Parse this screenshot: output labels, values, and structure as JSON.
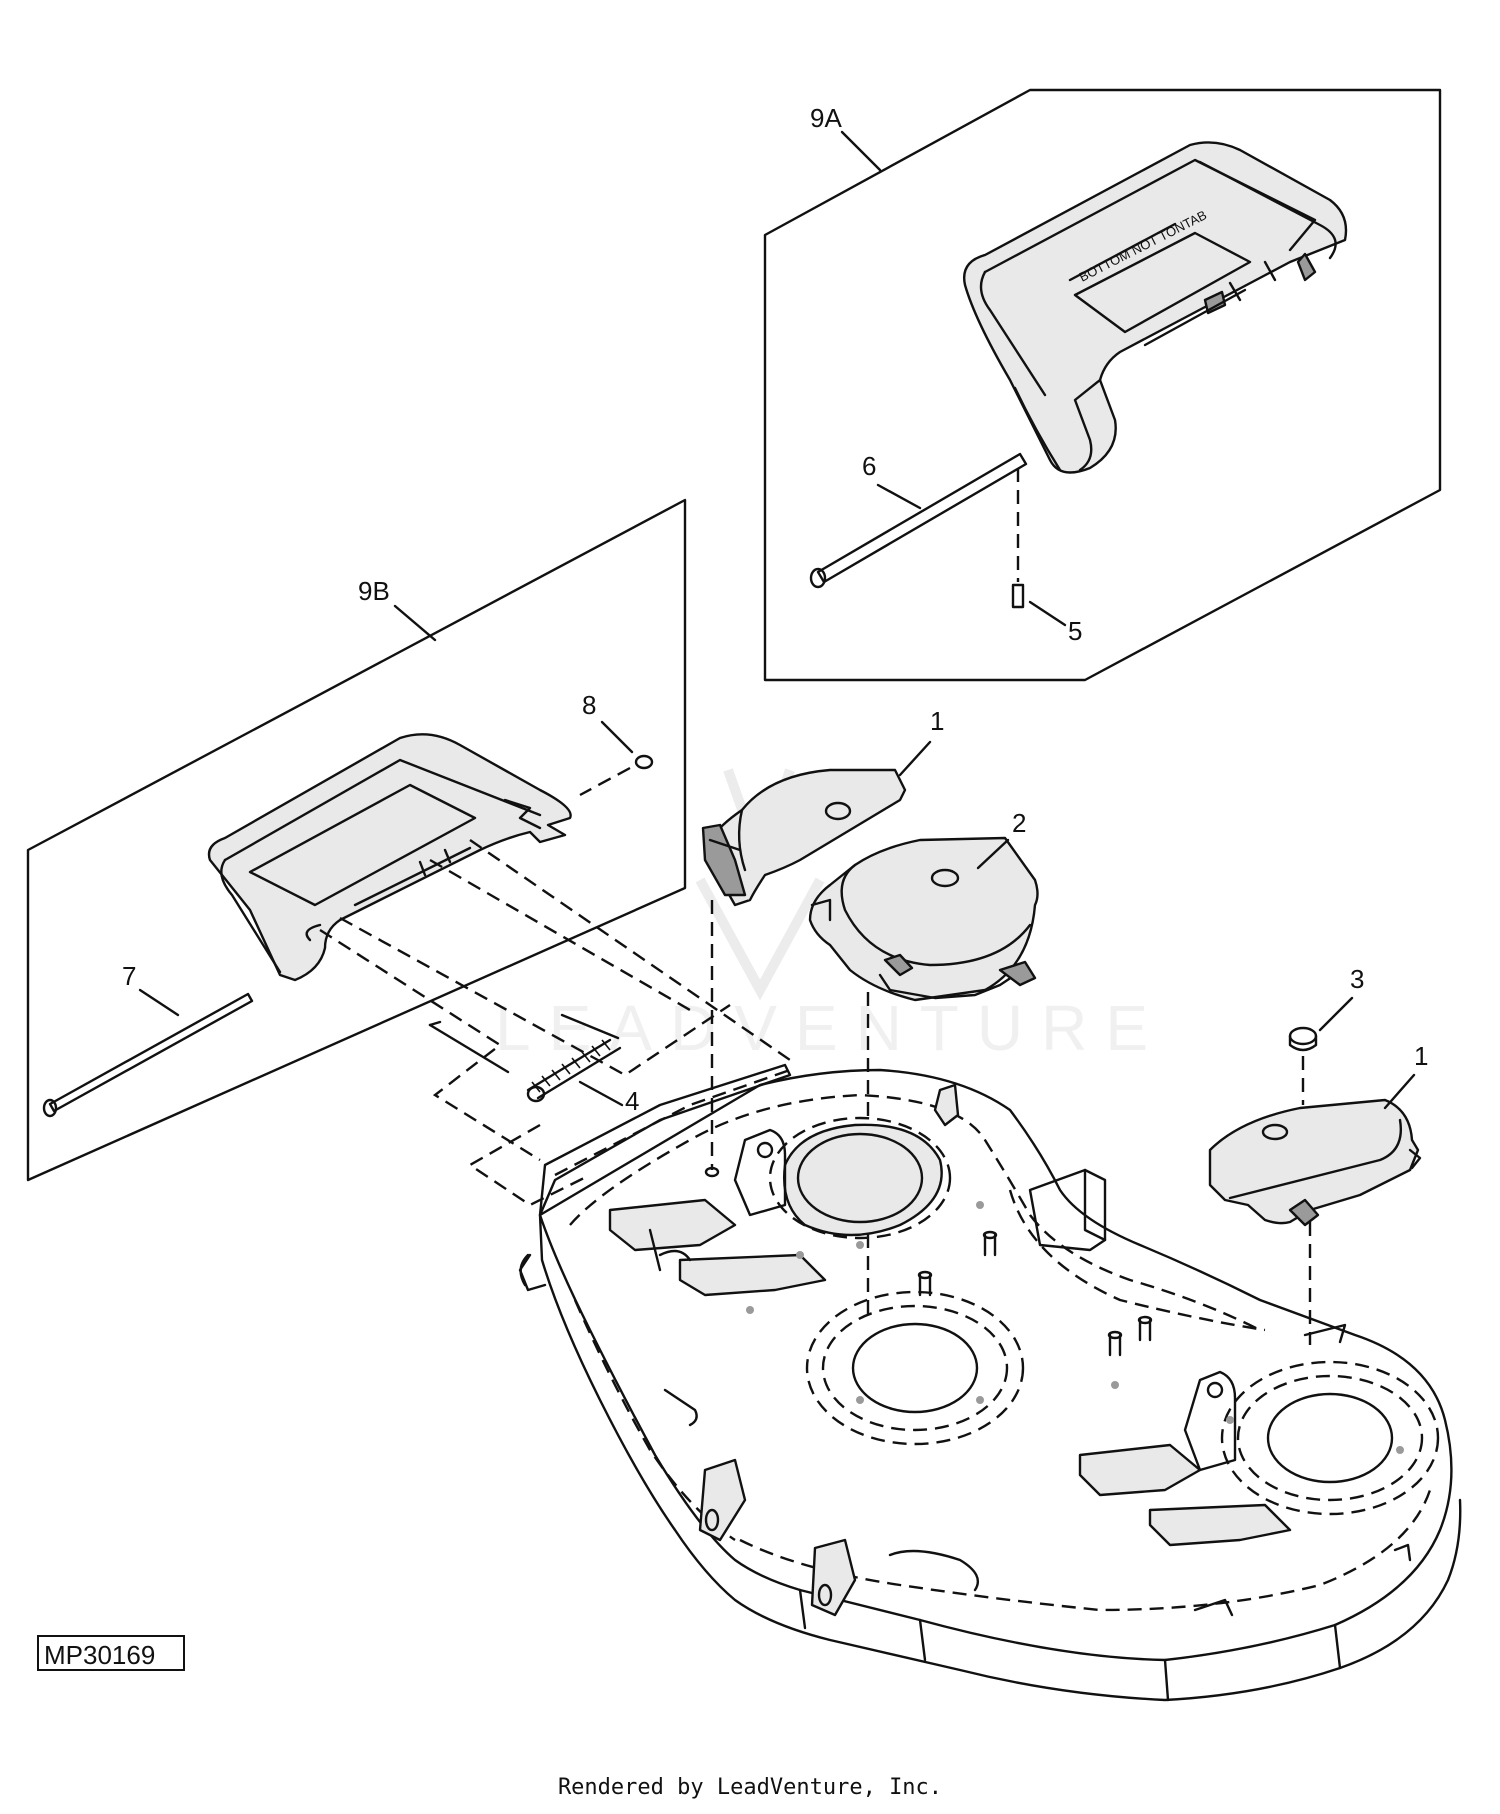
{
  "figure_id": "MP30169",
  "footer_text": "Rendered by LeadVenture, Inc.",
  "watermark": "LEADVENTURE",
  "callouts": {
    "c9A": "9A",
    "c9B": "9B",
    "c1_top": "1",
    "c1_right": "1",
    "c2": "2",
    "c3": "3",
    "c4": "4",
    "c5": "5",
    "c6": "6",
    "c7": "7",
    "c8": "8"
  }
}
